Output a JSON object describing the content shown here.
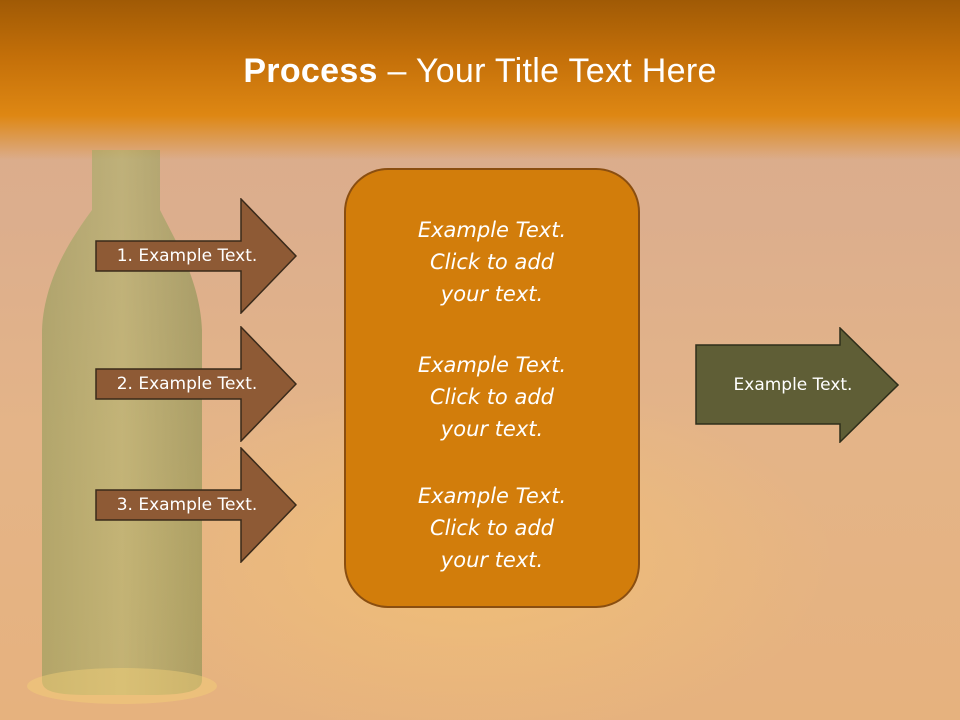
{
  "slide": {
    "title_bold": "Process",
    "title_rest": " – Your Title Text Here"
  },
  "left_arrows": [
    {
      "label": "1. Example Text.",
      "fill": "#8e5a35"
    },
    {
      "label": "2. Example Text.",
      "fill": "#8e5a35"
    },
    {
      "label": "3. Example Text.",
      "fill": "#8e5a35"
    }
  ],
  "center_box": {
    "blocks": [
      {
        "line1": "Example Text.",
        "line2": "Click  to add",
        "line3": "your text."
      },
      {
        "line1": "Example Text.",
        "line2": "Click  to add",
        "line3": "your text."
      },
      {
        "line1": "Example Text.",
        "line2": "Click  to add",
        "line3": "your text."
      }
    ],
    "fill": "#d27d0b"
  },
  "right_arrow": {
    "label": "Example Text.",
    "fill": "#5f5e36"
  },
  "colors": {
    "title_bar": "#c36f09",
    "arrow_border": "#3a2a1a",
    "text": "#ffffff"
  }
}
